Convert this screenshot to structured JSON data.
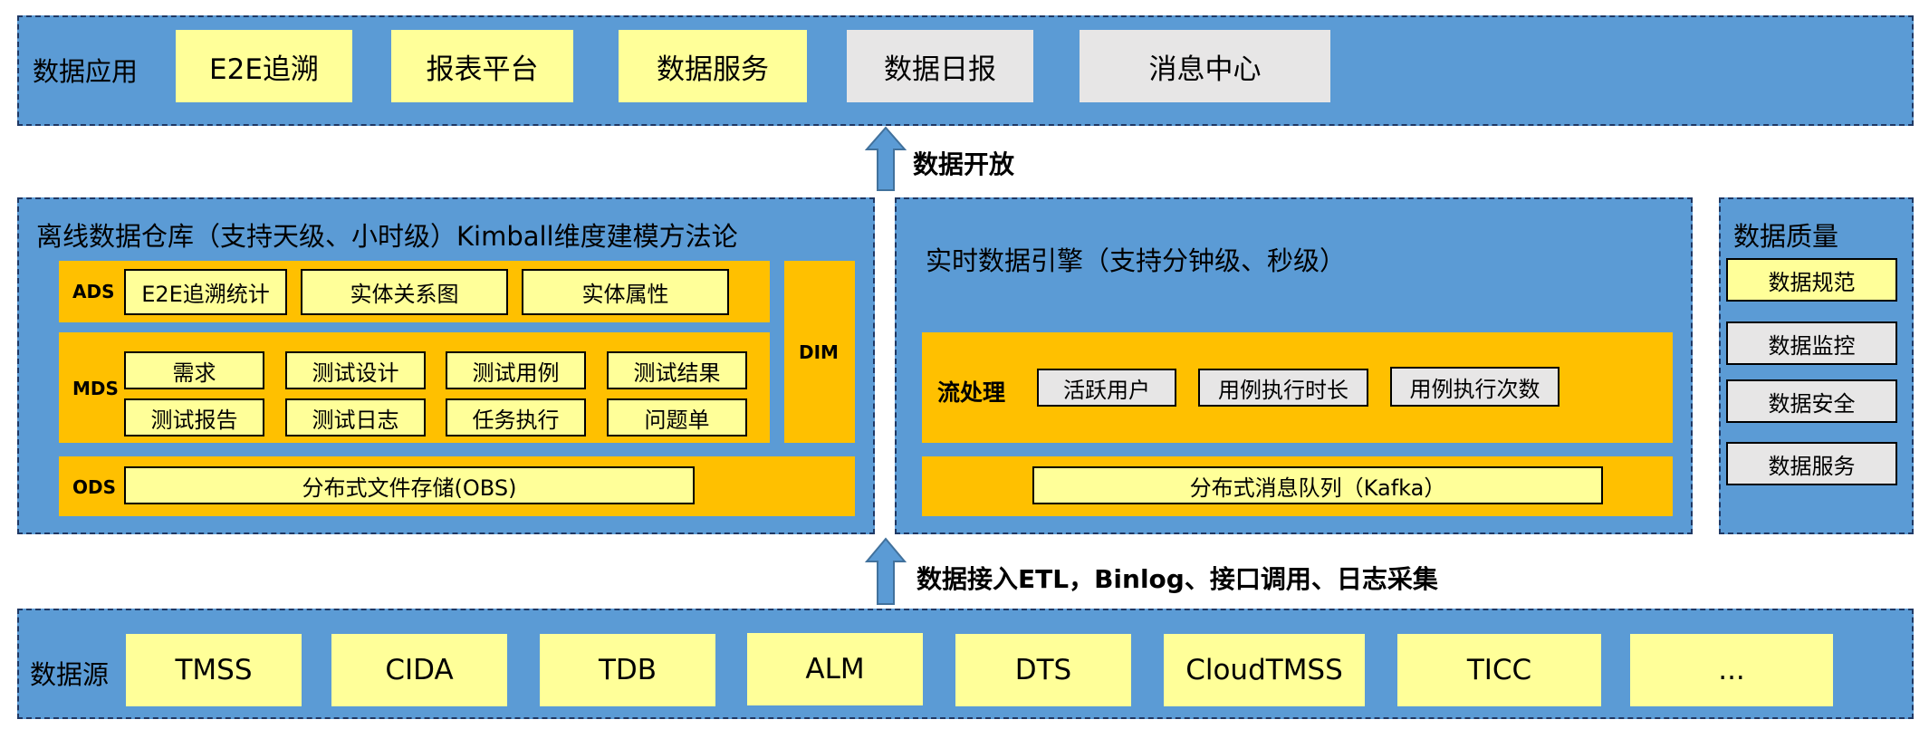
{
  "top": {
    "label": "数据应用",
    "items": [
      "E2E追溯",
      "报表平台",
      "数据服务",
      "数据日报",
      "消息中心"
    ]
  },
  "arrow_open": "数据开放",
  "offline": {
    "title": "离线数据仓库（支持天级、小时级）Kimball维度建模方法论",
    "ads": {
      "label": "ADS",
      "items": [
        "E2E追溯统计",
        "实体关系图",
        "实体属性"
      ]
    },
    "mds": {
      "label": "MDS",
      "items": [
        "需求",
        "测试设计",
        "测试用例",
        "测试结果",
        "测试报告",
        "测试日志",
        "任务执行",
        "问题单"
      ]
    },
    "dim": "DIM",
    "ods": {
      "label": "ODS",
      "storage": "分布式文件存储(OBS)"
    }
  },
  "realtime": {
    "title": "实时数据引擎（支持分钟级、秒级）",
    "stream": {
      "label": "流处理",
      "items": [
        "活跃用户",
        "用例执行时长",
        "用例执行次数"
      ]
    },
    "queue": "分布式消息队列（Kafka）"
  },
  "quality": {
    "title": "数据质量",
    "items": [
      "数据规范",
      "数据监控",
      "数据安全",
      "数据服务"
    ]
  },
  "arrow_ingest": "数据接入ETL，Binlog、接口调用、日志采集",
  "sources": {
    "label": "数据源",
    "items": [
      "TMSS",
      "CIDA",
      "TDB",
      "ALM",
      "DTS",
      "CloudTMSS",
      "TICC",
      "..."
    ]
  },
  "colors": {
    "panel": "#5b9bd5",
    "panel_border": "#1f3864",
    "yellow": "#ffff99",
    "gray": "#e7e6e6",
    "gold": "#ffc000"
  }
}
